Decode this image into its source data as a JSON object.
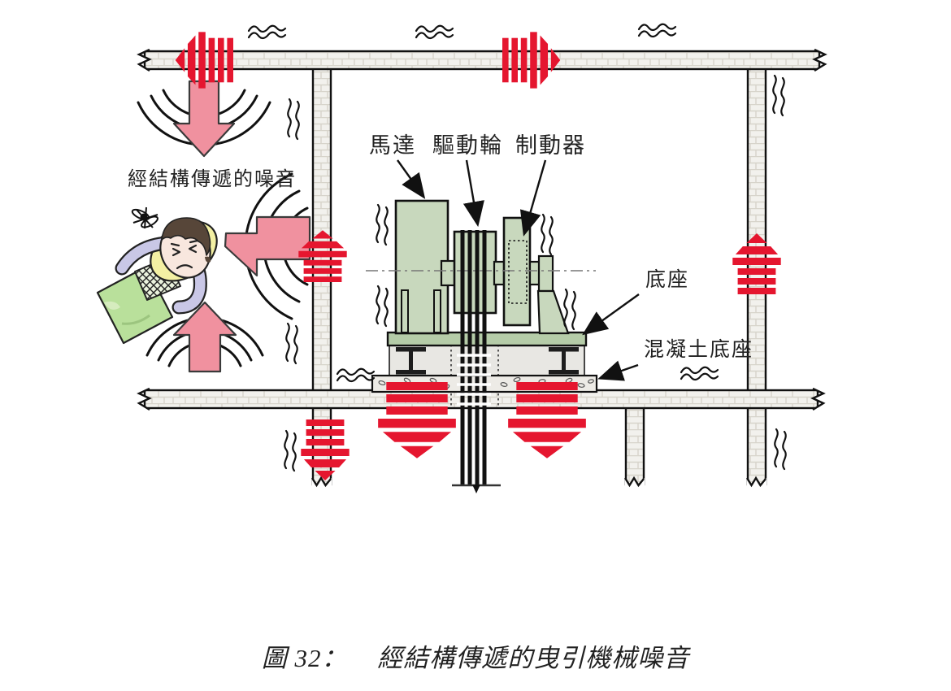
{
  "figure": {
    "caption_prefix": "圖 32：",
    "caption_title": "經結構傳遞的曳引機械噪音"
  },
  "labels": {
    "structure_noise": "經結構傳遞的噪音",
    "motor": "馬達",
    "drive_wheel": "驅動輪",
    "brake": "制動器",
    "machine_base": "底座",
    "concrete_base": "混凝土底座"
  },
  "icons": {
    "vibration_squiggle": "vibration-squiggle",
    "airborne_wave": "airborne-wave",
    "striped_vibration_arrow": "striped-vibration-arrow",
    "noise_radiation_arrow": "noise-radiation-arrow",
    "annoyance_scribble": "annoyance-scribble"
  },
  "colors": {
    "vibration_arrow_red": "#e5162f",
    "noise_arrow_pink": "#f0919f",
    "machine_green": "#c8d8bd",
    "base_plate_green": "#b5cca8",
    "wall_fill": "#f2f1ed",
    "blanket_green": "#b9e09b",
    "pillow_yellow": "#f3f0a3",
    "pajama_lavender": "#c9c7e6"
  }
}
